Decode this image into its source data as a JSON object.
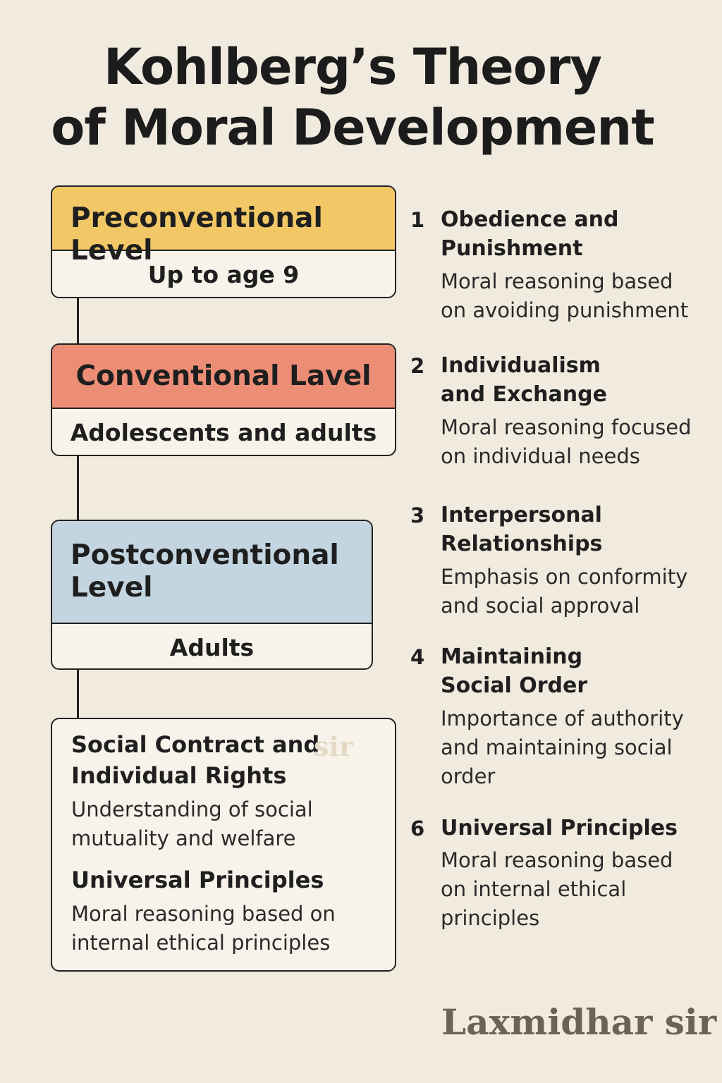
{
  "title": {
    "line1": "Kohlberg’s Theory",
    "line2": "of Moral Development"
  },
  "levels": [
    {
      "name": "Preconventional Level",
      "age": "Up to age 9",
      "color": "#f2c867"
    },
    {
      "name": "Conventional Lavel",
      "age": "Adolescents and adults",
      "color": "#ec8d75"
    },
    {
      "name": "Postconventional\nLevel",
      "age": "Adults",
      "color": "#c3d5e0"
    }
  ],
  "postconventional_box": {
    "heading1": "Social Contract and\nIndividual Rights",
    "text1": "Understanding of social\nmutuality and welfare",
    "heading2": "Universal Principles",
    "text2": "Moral reasoning based on\ninternal ethical principles"
  },
  "stages": [
    {
      "num": "1",
      "name": "Obedience and\nPunishment",
      "desc": "Moral reasoning based\non avoiding punishment"
    },
    {
      "num": "2",
      "name": "Individualism\nand Exchange",
      "desc": "Moral reasoning focused\non individual needs"
    },
    {
      "num": "3",
      "name": "Interpersonal\nRelationships",
      "desc": "Emphasis on conformity\nand social approval"
    },
    {
      "num": "4",
      "name": "Maintaining\nSocial Order",
      "desc": "Importance of authority\nand maintaining social\norder"
    },
    {
      "num": "6",
      "name": "Universal Principles",
      "desc": "Moral reasoning based\non internal ethical\nprinciples"
    }
  ],
  "watermark": "sir",
  "signature": "Laxmidhar sir"
}
